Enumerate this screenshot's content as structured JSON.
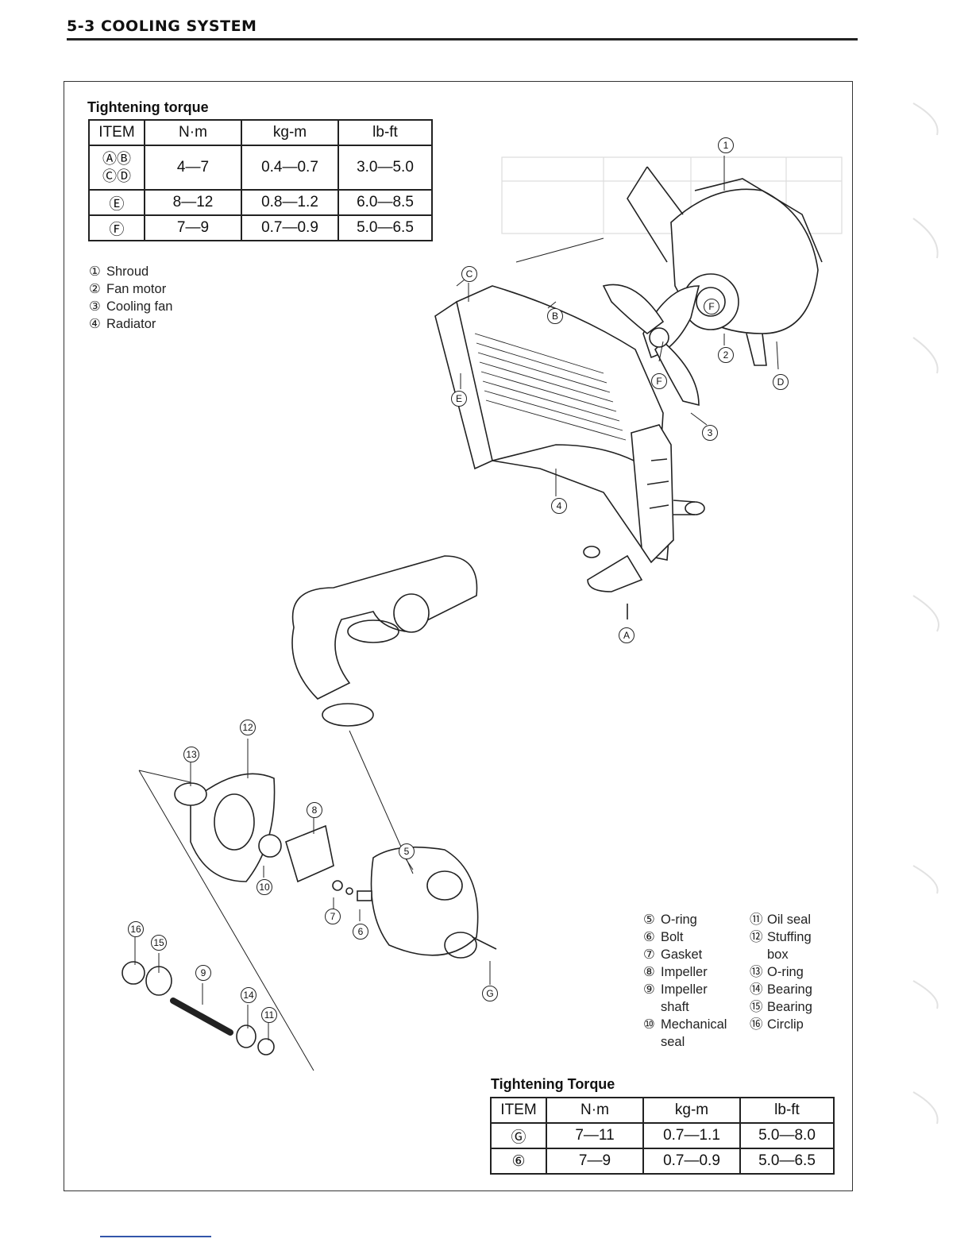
{
  "header": {
    "title": "5-3 COOLING SYSTEM"
  },
  "top_table": {
    "title": "Tightening torque",
    "headers": [
      "ITEM",
      "N·m",
      "kg-m",
      "lb-ft"
    ],
    "rows": [
      [
        "ⒶⒷ ⒸⒹ",
        "4—7",
        "0.4—0.7",
        "3.0—5.0"
      ],
      [
        "Ⓔ",
        "8—12",
        "0.8—1.2",
        "6.0—8.5"
      ],
      [
        "Ⓕ",
        "7—9",
        "0.7—0.9",
        "5.0—6.5"
      ]
    ]
  },
  "legend_top": [
    {
      "num": "①",
      "label": "Shroud"
    },
    {
      "num": "②",
      "label": "Fan motor"
    },
    {
      "num": "③",
      "label": "Cooling fan"
    },
    {
      "num": "④",
      "label": "Radiator"
    }
  ],
  "legend_bottom_left": [
    {
      "num": "⑤",
      "label": "O-ring"
    },
    {
      "num": "⑥",
      "label": "Bolt"
    },
    {
      "num": "⑦",
      "label": "Gasket"
    },
    {
      "num": "⑧",
      "label": "Impeller"
    },
    {
      "num": "⑨",
      "label": "Impeller"
    },
    {
      "num": "",
      "label": "shaft"
    },
    {
      "num": "⑩",
      "label": "Mechanical"
    },
    {
      "num": "",
      "label": "seal"
    }
  ],
  "legend_bottom_right": [
    {
      "num": "⑪",
      "label": "Oil seal"
    },
    {
      "num": "⑫",
      "label": "Stuffing"
    },
    {
      "num": "",
      "label": "box"
    },
    {
      "num": "⑬",
      "label": "O-ring"
    },
    {
      "num": "⑭",
      "label": "Bearing"
    },
    {
      "num": "⑮",
      "label": "Bearing"
    },
    {
      "num": "⑯",
      "label": "Circlip"
    }
  ],
  "bottom_table": {
    "title": "Tightening Torque",
    "headers": [
      "ITEM",
      "N·m",
      "kg-m",
      "lb-ft"
    ],
    "rows": [
      [
        "Ⓖ",
        "7—11",
        "0.7—1.1",
        "5.0—8.0"
      ],
      [
        "⑥",
        "7—9",
        "0.7—0.9",
        "5.0—6.5"
      ]
    ]
  },
  "callouts": {
    "c1": "1",
    "c2": "2",
    "c3": "3",
    "c4": "4",
    "c5": "5",
    "c6": "6",
    "c7": "7",
    "c8": "8",
    "c9": "9",
    "c10": "10",
    "c11": "11",
    "c12": "12",
    "c13": "13",
    "c14": "14",
    "c15": "15",
    "c16": "16",
    "cA": "A",
    "cB": "B",
    "cC": "C",
    "cD": "D",
    "cE": "E",
    "cF1": "F",
    "cF2": "F",
    "cG": "G"
  }
}
